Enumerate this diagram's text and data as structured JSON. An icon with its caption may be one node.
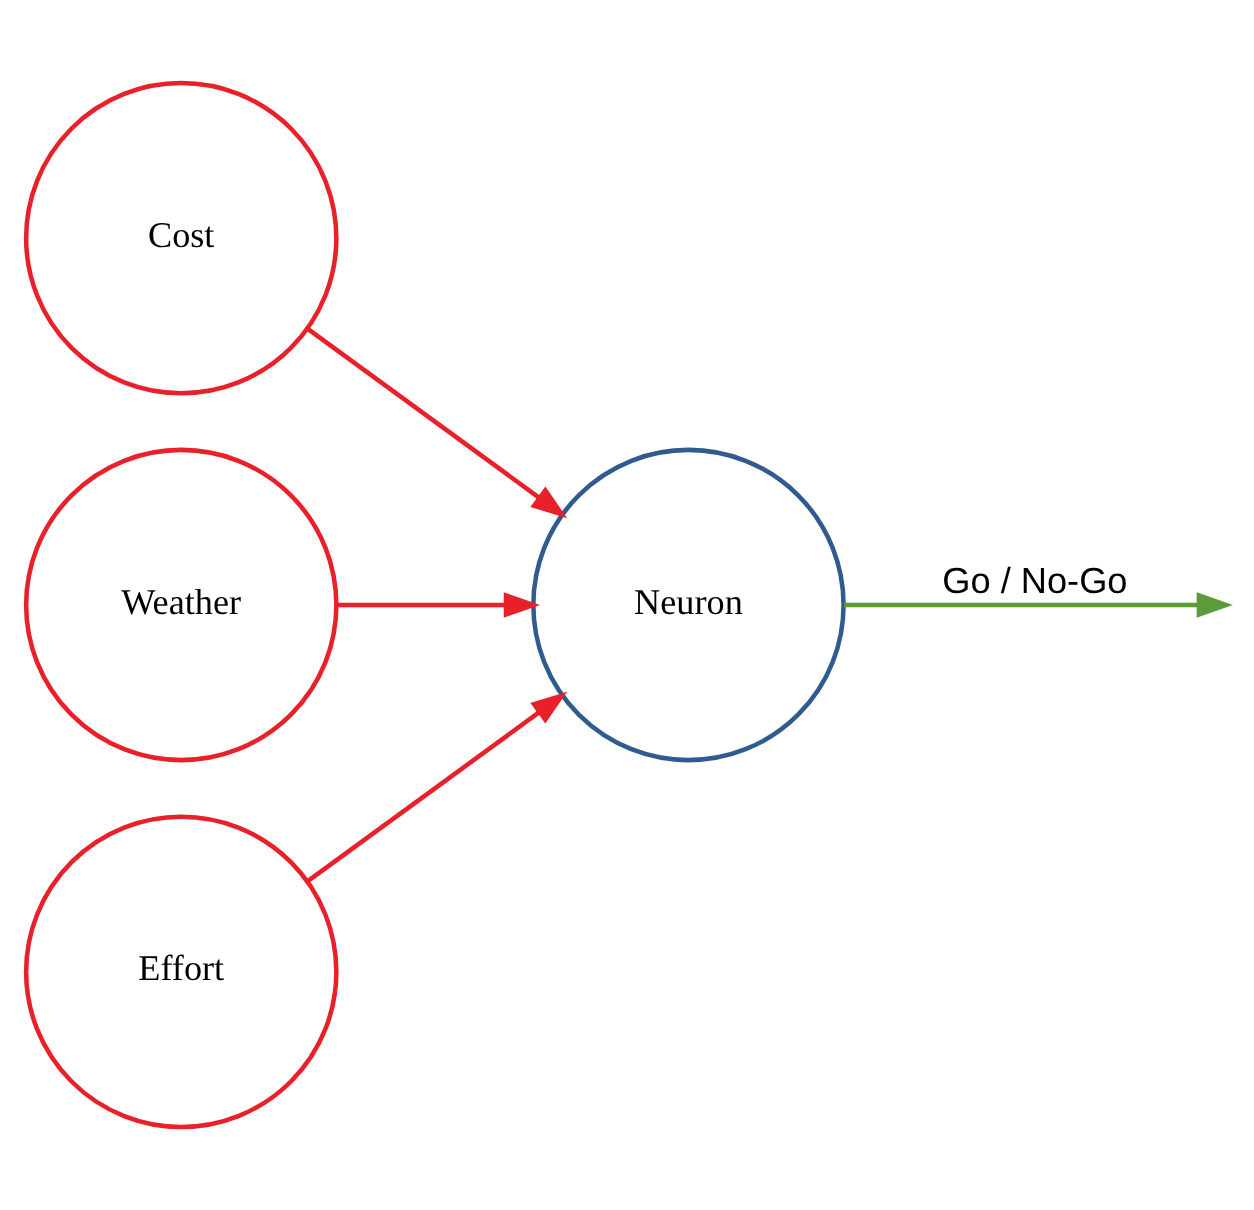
{
  "diagram": {
    "nodes": [
      {
        "text": [
          "Cost"
        ]
      },
      {
        "text": [
          "Weather"
        ]
      },
      {
        "text": [
          "Effort"
        ]
      },
      {
        "text": [
          "Neuron"
        ]
      }
    ],
    "edges": [
      {
        "from": 0,
        "to": 3,
        "arrow": "to"
      },
      {
        "from": 1,
        "to": 3,
        "arrow": "to"
      },
      {
        "from": 2,
        "to": 3,
        "arrow": "to"
      },
      {
        "from": 3,
        "to": null,
        "arrow": "to",
        "label": "Go / No-Go",
        "color": "#5b9b3a"
      }
    ]
  }
}
